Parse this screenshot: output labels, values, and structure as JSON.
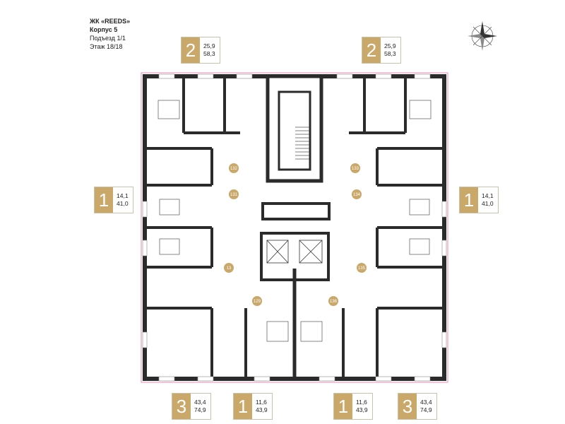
{
  "building": {
    "complex": "ЖК «REEDS»",
    "block": "Корпус 5",
    "entrance": "Подъезд 1/1",
    "floor": "Этаж 18/18"
  },
  "apartments": [
    {
      "id": "top-left",
      "rooms": "2",
      "living": "25,9",
      "total": "58,3"
    },
    {
      "id": "top-right",
      "rooms": "2",
      "living": "25,9",
      "total": "58,3"
    },
    {
      "id": "left",
      "rooms": "1",
      "living": "14,1",
      "total": "41,0"
    },
    {
      "id": "right",
      "rooms": "1",
      "living": "14,1",
      "total": "41,0"
    },
    {
      "id": "bottom-1",
      "rooms": "3",
      "living": "43,4",
      "total": "74,9"
    },
    {
      "id": "bottom-2",
      "rooms": "1",
      "living": "11,6",
      "total": "43,9"
    },
    {
      "id": "bottom-3",
      "rooms": "1",
      "living": "11,6",
      "total": "43,9"
    },
    {
      "id": "bottom-4",
      "rooms": "3",
      "living": "43,4",
      "total": "74,9"
    }
  ],
  "hall_numbers": [
    "132",
    "131",
    "13",
    "129",
    "133",
    "134",
    "135",
    "136"
  ],
  "colors": {
    "accent": "#c9a86a",
    "walls": "#2b2b2b",
    "balcony": "#e88ab4"
  }
}
